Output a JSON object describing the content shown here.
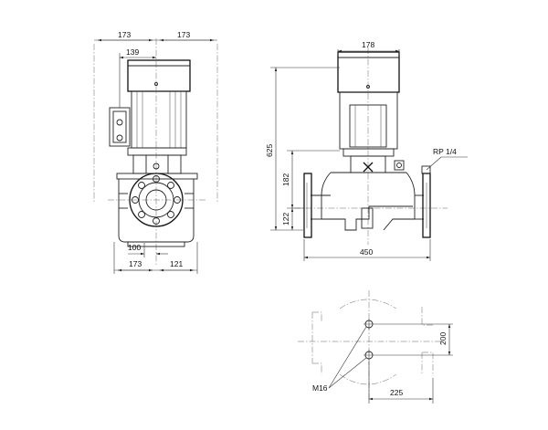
{
  "front_view": {
    "dim_top_left": "173",
    "dim_top_right": "173",
    "dim_motor_offset": "139",
    "dim_inlet_offset": "100",
    "dim_bottom_left": "173",
    "dim_bottom_right": "121"
  },
  "side_view": {
    "dim_motor_width": "178",
    "dim_total_height": "625",
    "dim_pipe_to_head": "182",
    "dim_pipe_height": "122",
    "dim_port_to_port": "450",
    "label_pressure_port": "RP 1/4"
  },
  "foot_plan": {
    "dim_bolt_spacing": "200",
    "dim_bolt_offset": "225",
    "label_bolt_size": "M16"
  }
}
